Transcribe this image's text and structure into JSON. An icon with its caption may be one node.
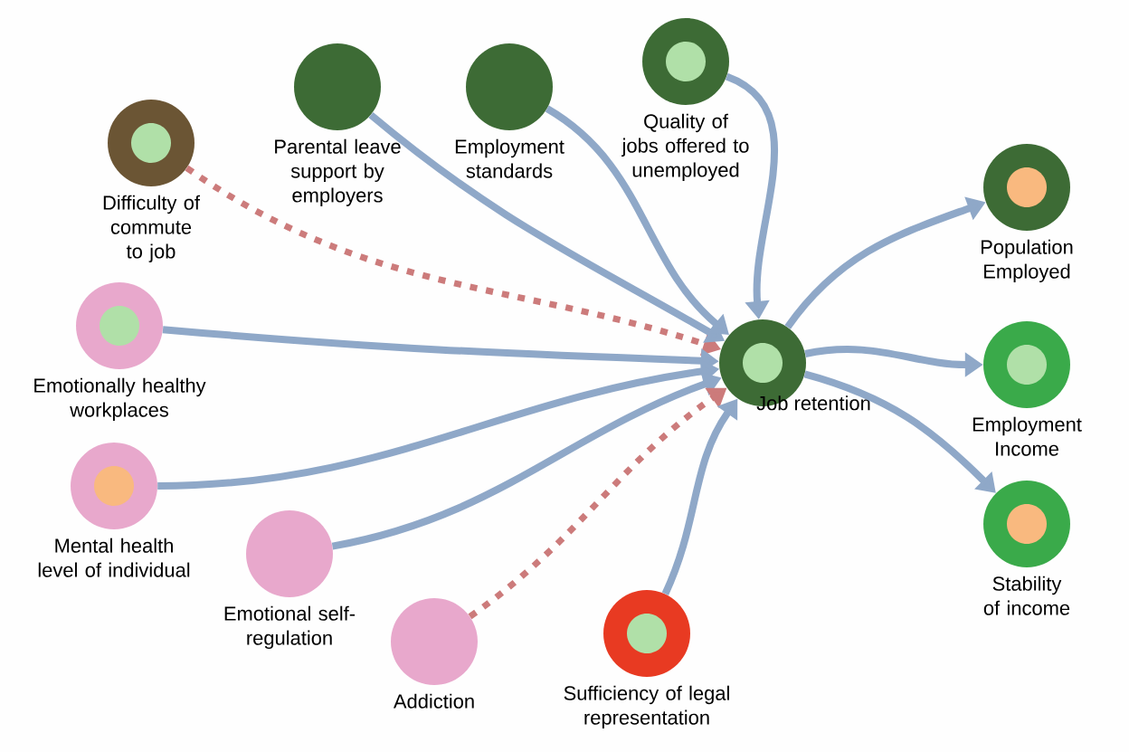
{
  "diagram": {
    "nodes": [
      {
        "text": [
          "Job retention"
        ]
      },
      {
        "text": [
          "Difficulty of commute to job"
        ]
      },
      {
        "text": [
          "Parental leave support by employers"
        ]
      },
      {
        "text": [
          "Employment standards"
        ]
      },
      {
        "text": [
          "Quality of jobs offered to unemployed"
        ]
      },
      {
        "text": [
          "Emotionally healthy workplaces"
        ]
      },
      {
        "text": [
          "Mental health level of individual"
        ]
      },
      {
        "text": [
          "Emotional self-regulation"
        ]
      },
      {
        "text": [
          "Addiction"
        ]
      },
      {
        "text": [
          "Sufficiency of legal representation"
        ]
      },
      {
        "text": [
          "Population Employed"
        ]
      },
      {
        "text": [
          "Employment Income"
        ]
      },
      {
        "text": [
          "Stability of income"
        ]
      }
    ],
    "edges": [
      {
        "from": 1,
        "to": 0,
        "arrow": "to",
        "style": "dashed",
        "color": "#cc7b7b"
      },
      {
        "from": 2,
        "to": 0,
        "arrow": "to"
      },
      {
        "from": 3,
        "to": 0,
        "arrow": "to"
      },
      {
        "from": 4,
        "to": 0,
        "arrow": "to"
      },
      {
        "from": 5,
        "to": 0,
        "arrow": "to"
      },
      {
        "from": 6,
        "to": 0,
        "arrow": "to"
      },
      {
        "from": 7,
        "to": 0,
        "arrow": "to"
      },
      {
        "from": 8,
        "to": 0,
        "arrow": "to",
        "style": "dashed",
        "color": "#cc7b7b"
      },
      {
        "from": 9,
        "to": 0,
        "arrow": "to"
      },
      {
        "from": 0,
        "to": 10,
        "arrow": "to"
      },
      {
        "from": 0,
        "to": 11,
        "arrow": "to"
      },
      {
        "from": 0,
        "to": 12,
        "arrow": "to"
      }
    ]
  }
}
